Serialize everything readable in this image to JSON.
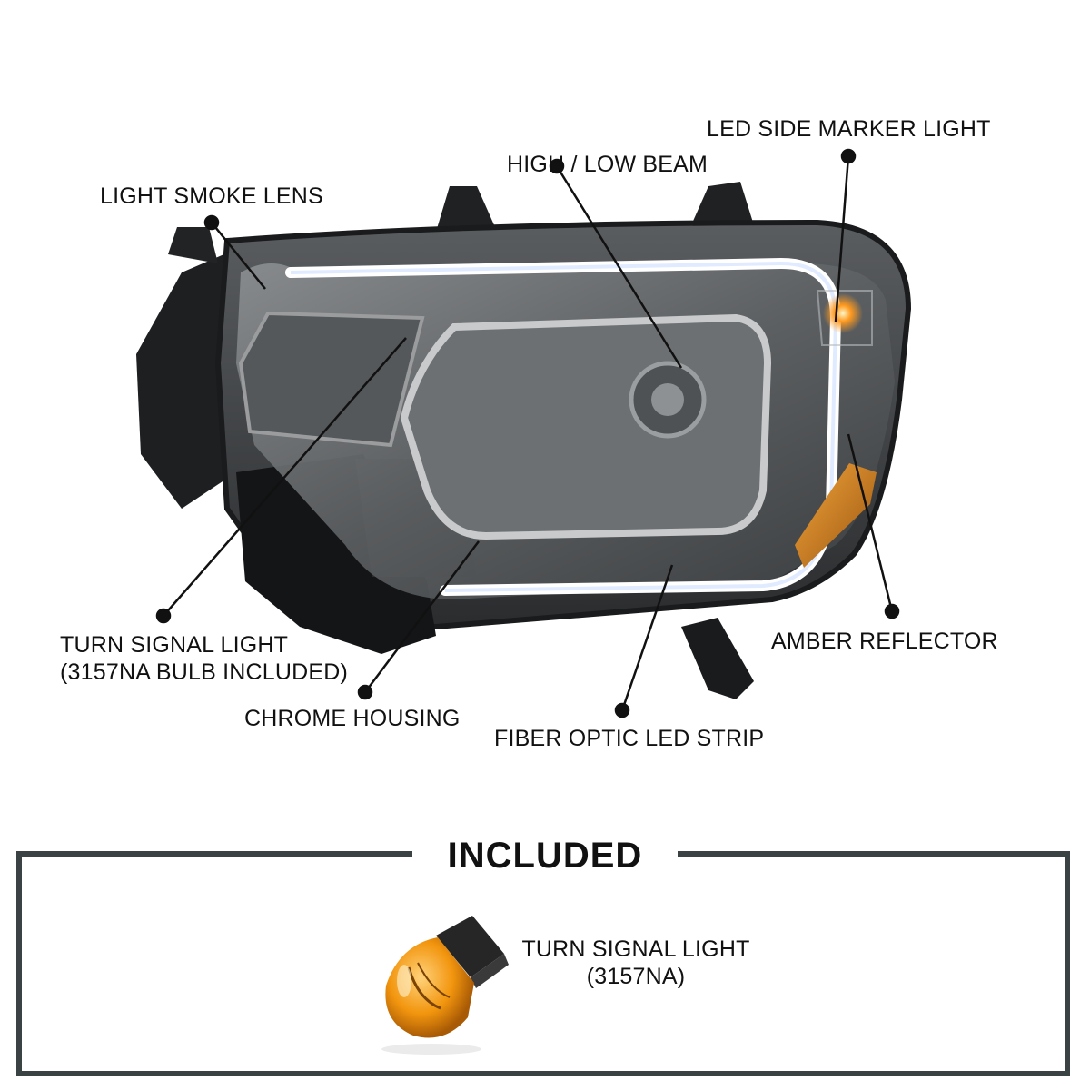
{
  "callouts": {
    "led_side_marker": "LED SIDE MARKER LIGHT",
    "high_low_beam": "HIGH / LOW BEAM",
    "light_smoke_lens": "LIGHT SMOKE LENS",
    "turn_signal_line1": "TURN SIGNAL LIGHT",
    "turn_signal_line2": "(3157NA BULB INCLUDED)",
    "chrome_housing": "CHROME HOUSING",
    "fiber_optic": "FIBER OPTIC LED STRIP",
    "amber_reflector": "AMBER REFLECTOR"
  },
  "included": {
    "title": "INCLUDED",
    "item_line1": "TURN SIGNAL LIGHT",
    "item_line2": "(3157NA)"
  },
  "colors": {
    "frame": "#3b4244",
    "amber": "#e08a10",
    "led_strip": "#ffffff"
  }
}
